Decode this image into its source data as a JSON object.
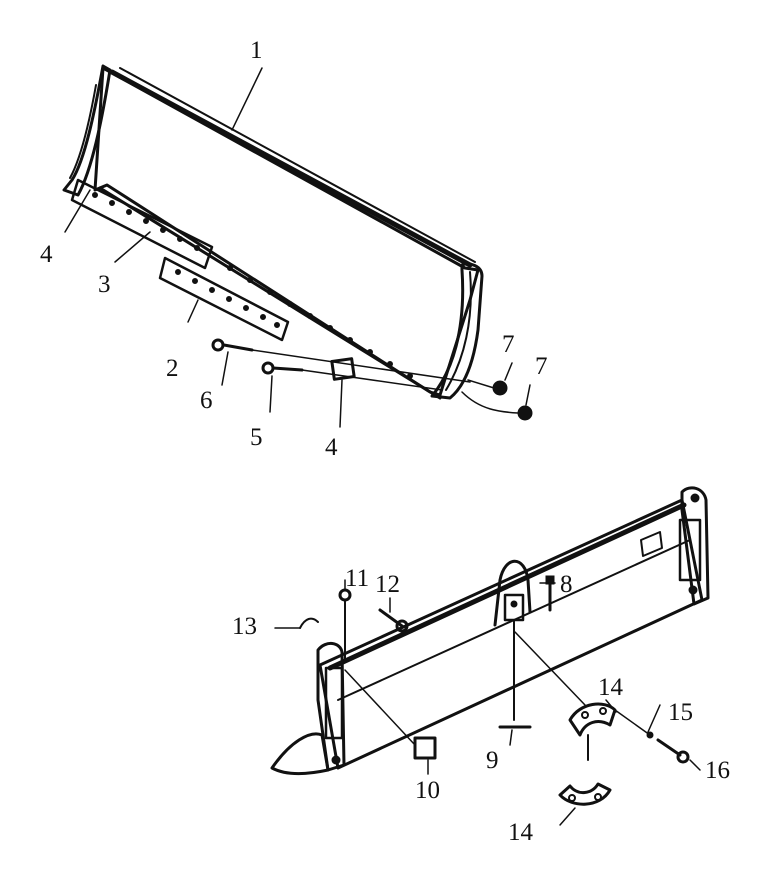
{
  "diagram": {
    "parts": [
      {
        "label": "1"
      },
      {
        "label": "2"
      },
      {
        "label": "3"
      },
      {
        "label": "4"
      },
      {
        "label": "4"
      },
      {
        "label": "5"
      },
      {
        "label": "6"
      },
      {
        "label": "7"
      },
      {
        "label": "7"
      },
      {
        "label": "8"
      },
      {
        "label": "9"
      },
      {
        "label": "10"
      },
      {
        "label": "11"
      },
      {
        "label": "12"
      },
      {
        "label": "13"
      },
      {
        "label": "14"
      },
      {
        "label": "14"
      },
      {
        "label": "15"
      },
      {
        "label": "16"
      }
    ],
    "colors": {
      "ink": "#111111",
      "background": "#ffffff"
    }
  }
}
